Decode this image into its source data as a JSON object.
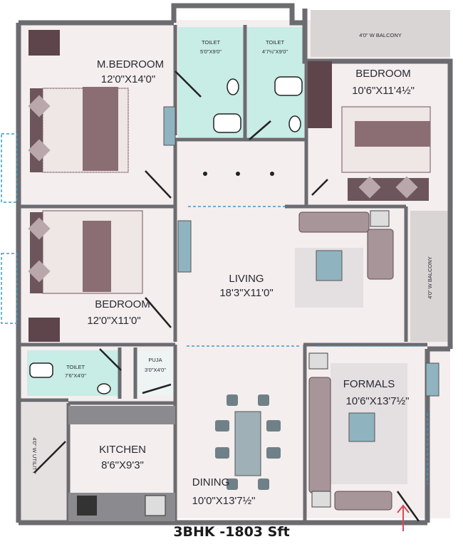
{
  "plan": {
    "caption": "3BHK -1803 Sft",
    "colors": {
      "floor": "#f4eeee",
      "toilet": "#c8ece6",
      "wall": "#6b6b70",
      "balcony": "#d9d5d5",
      "sofa": "#a8959a",
      "bed": "#8a6e74",
      "rug": "#d9d4d6",
      "table": "#8fb4c0",
      "dining": "#9fb0b6"
    },
    "rooms": {
      "master_bedroom": {
        "name": "M.BEDROOM",
        "size": "12'0\"X14'0\""
      },
      "toilet_1": {
        "name": "TOILET",
        "size": "5'0\"X9'0\""
      },
      "toilet_2": {
        "name": "TOILET",
        "size": "4'7½\"X9'0\""
      },
      "balcony_top": {
        "name": "4'0\" W BALCONY"
      },
      "bedroom_2": {
        "name": "BEDROOM",
        "size": "10'6\"X11'4½\""
      },
      "bedroom_3": {
        "name": "BEDROOM",
        "size": "12'0\"X11'0\""
      },
      "living": {
        "name": "LIVING",
        "size": "18'3\"X11'0\""
      },
      "balcony_right": {
        "name": "4'0\" W BALCONY"
      },
      "toilet_3": {
        "name": "TOILET",
        "size": "7'6\"X4'0\""
      },
      "puja": {
        "name": "PUJA",
        "size": "3'0\"X4'0\""
      },
      "formals": {
        "name": "FORMALS",
        "size": "10'6\"X13'7½\""
      },
      "utility": {
        "name": "4'0\" W UTILITY"
      },
      "kitchen": {
        "name": "KITCHEN",
        "size": "8'6\"X9'3\""
      },
      "dining": {
        "name": "DINING",
        "size": "10'0\"X13'7½\""
      }
    }
  }
}
